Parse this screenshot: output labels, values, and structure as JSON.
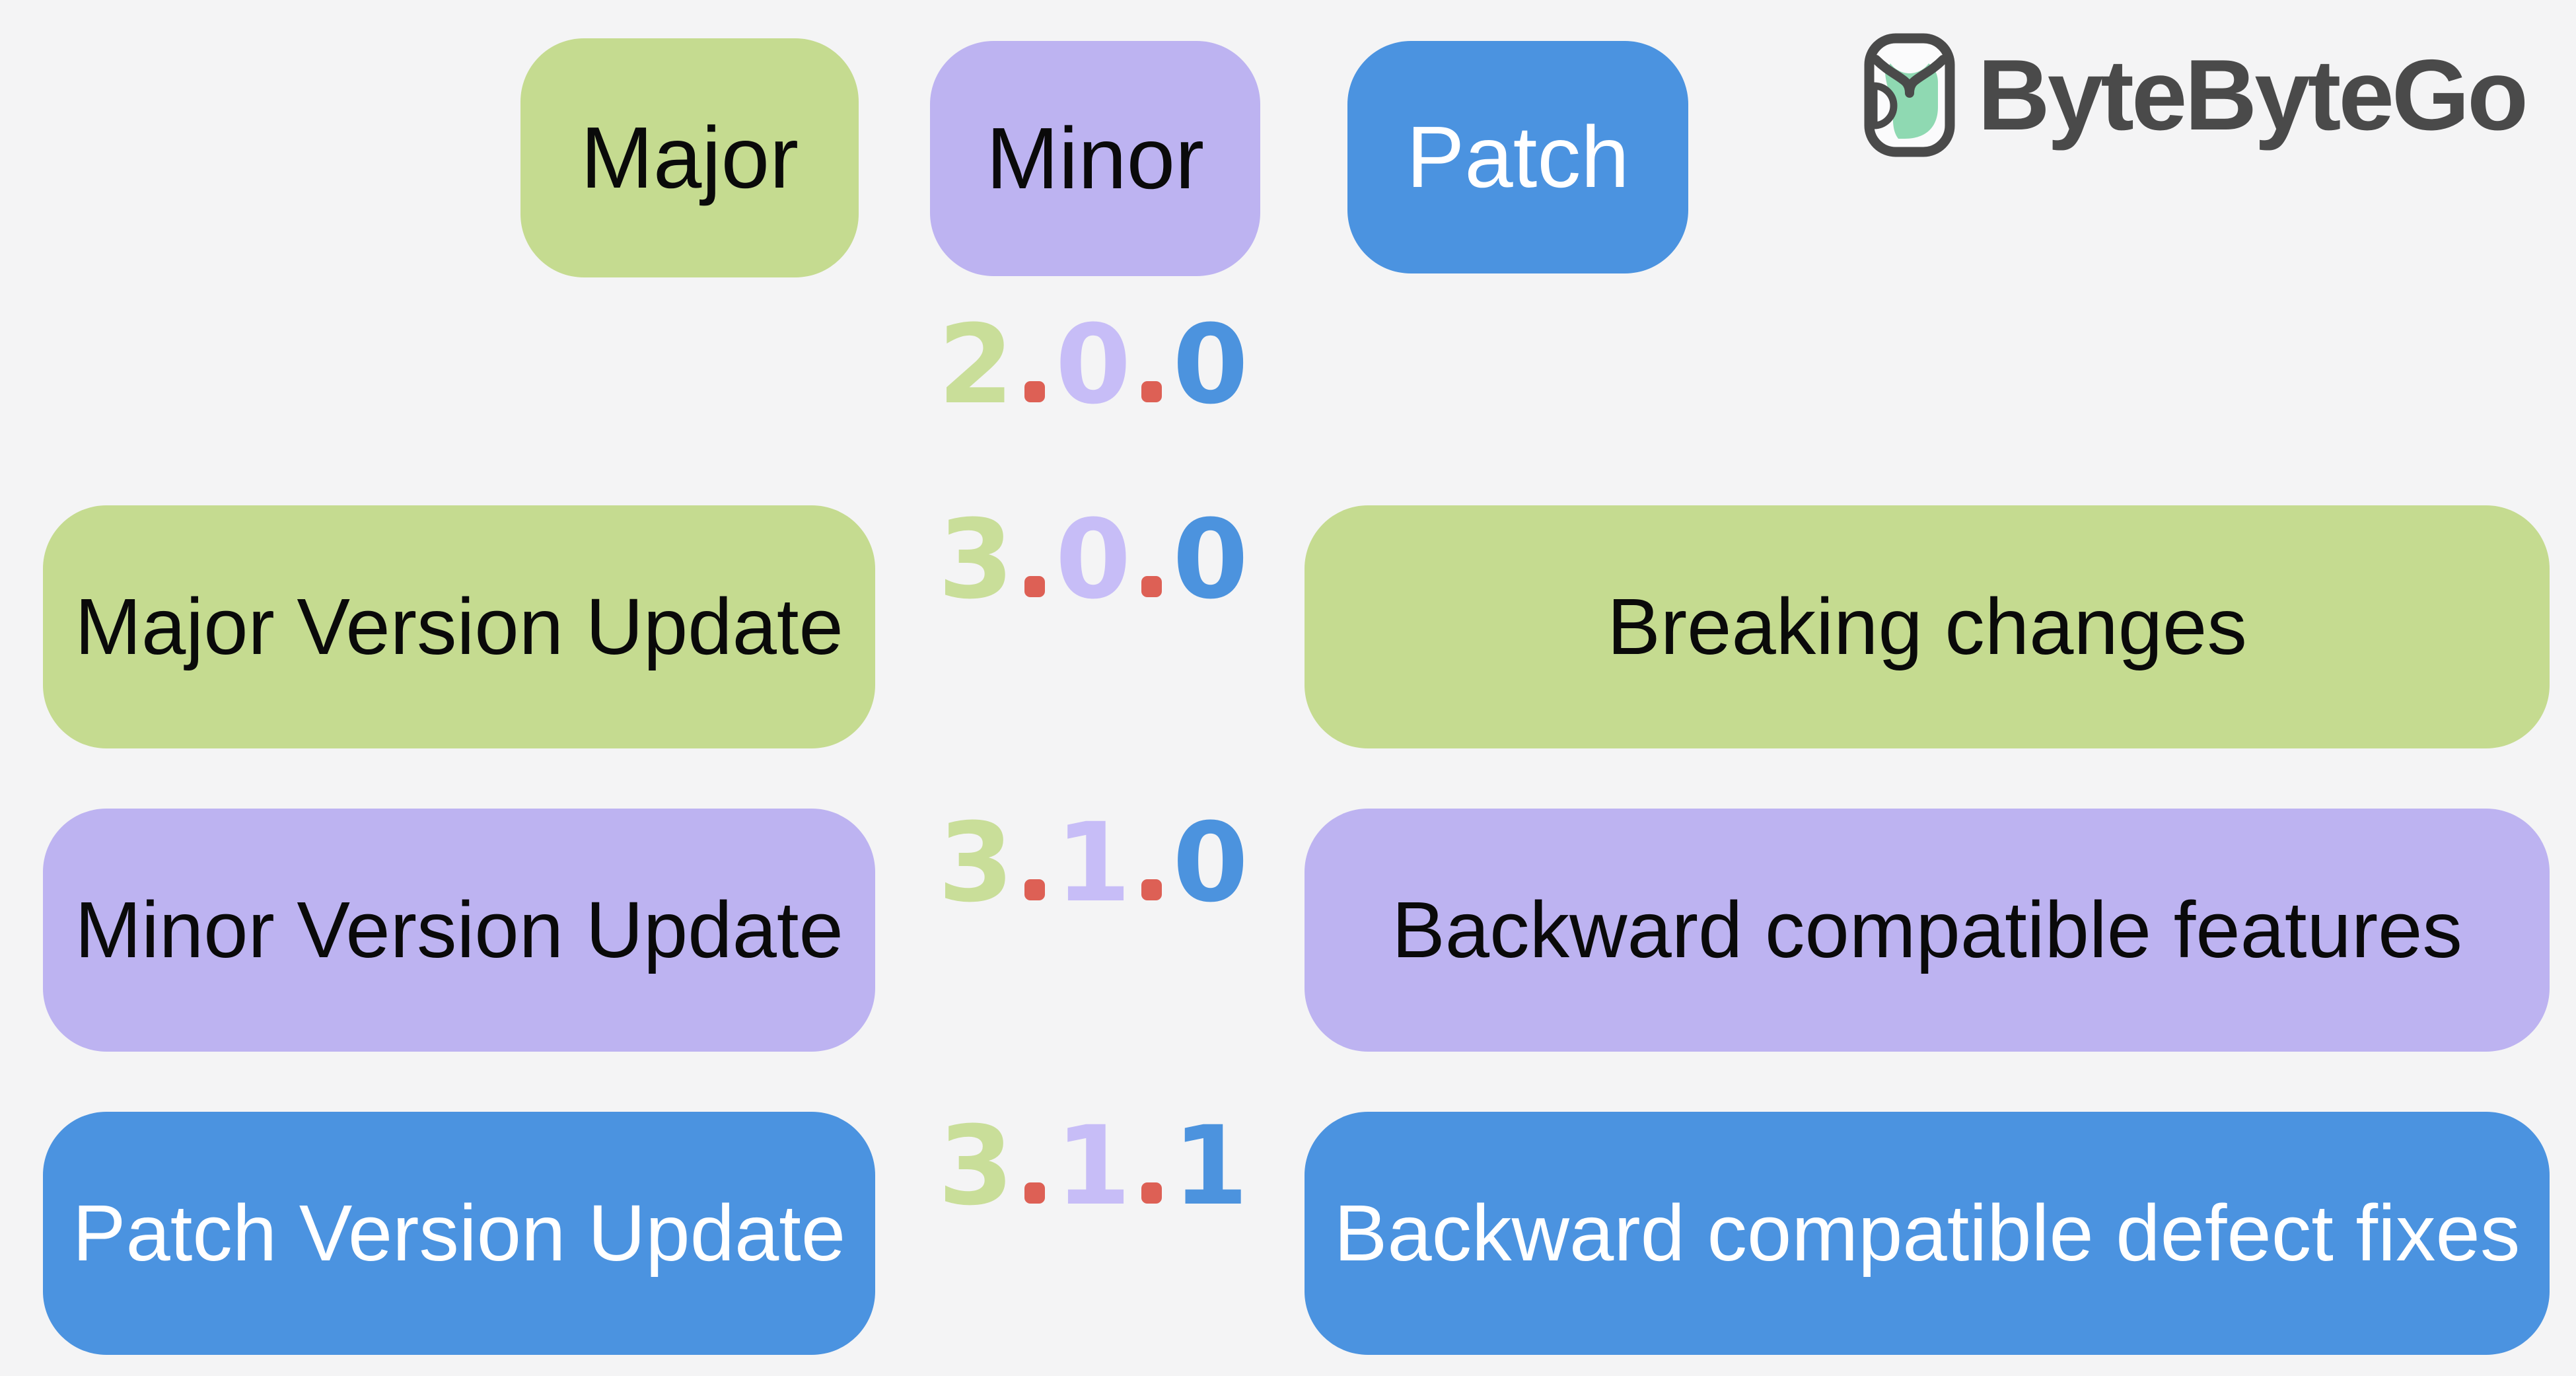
{
  "title": "Semantic versioning diagram",
  "colors": {
    "background": "#f4f4f5",
    "major_pill": "#c5db90",
    "minor_pill": "#bdb3f1",
    "patch_pill": "#4b93e0",
    "digit_major": "#c9de99",
    "digit_minor": "#c7bdf7",
    "digit_patch": "#4c93de",
    "separator_dot": "#dd6055",
    "logo_text": "#4a4a4a",
    "logo_mint": "#8fd9b2",
    "text_dark": "#0a0a0a",
    "text_light": "#ffffff"
  },
  "legend": {
    "major_label": "Major",
    "minor_label": "Minor",
    "patch_label": "Patch"
  },
  "logo": {
    "text": "ByteByteGo"
  },
  "base_version": {
    "value": "2.0.0",
    "major": "2",
    "minor": "0",
    "patch": "0"
  },
  "rows": [
    {
      "type": "major",
      "update_label": "Major Version Update",
      "version": {
        "value": "3.0.0",
        "major": "3",
        "minor": "0",
        "patch": "0"
      },
      "description": "Breaking changes"
    },
    {
      "type": "minor",
      "update_label": "Minor Version Update",
      "version": {
        "value": "3.1.0",
        "major": "3",
        "minor": "1",
        "patch": "0"
      },
      "description": "Backward compatible features"
    },
    {
      "type": "patch",
      "update_label": "Patch Version Update",
      "version": {
        "value": "3.1.1",
        "major": "3",
        "minor": "1",
        "patch": "1"
      },
      "description": "Backward compatible defect fixes"
    }
  ]
}
